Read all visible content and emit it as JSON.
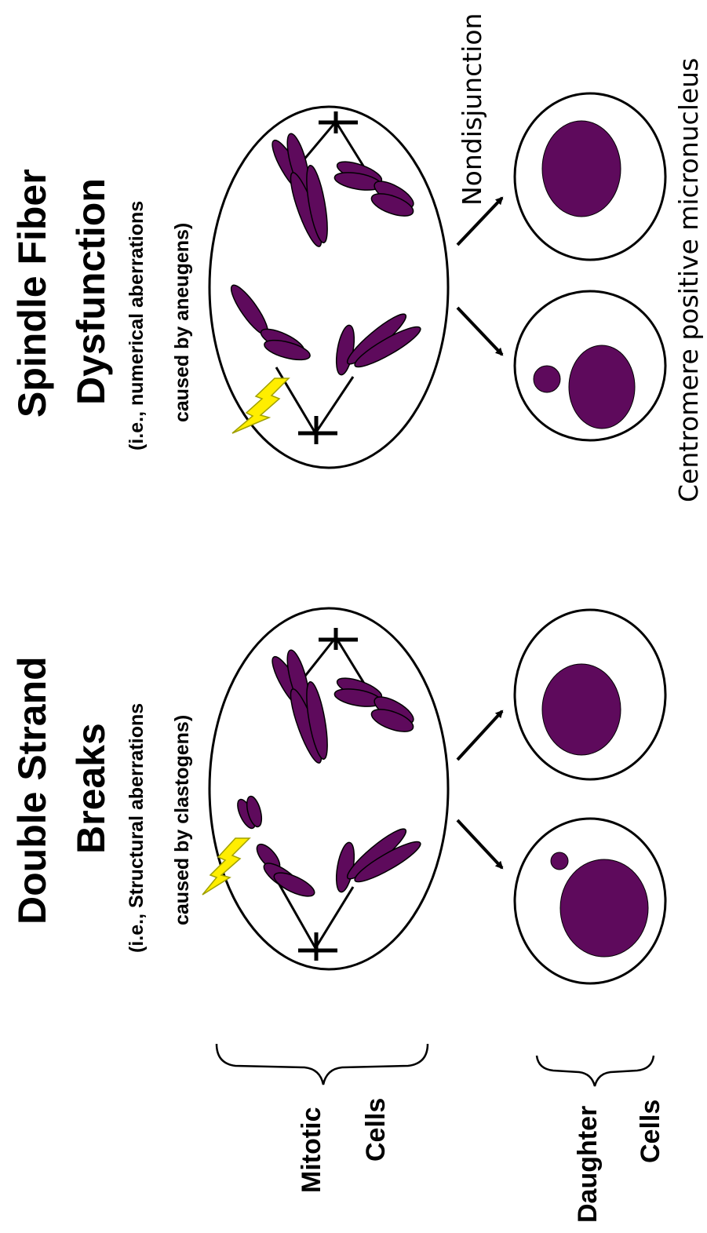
{
  "panels": {
    "double_strand": {
      "title_line1": "Double Strand",
      "title_line2": "Breaks",
      "sub_line1": "(i.e., Structural aberrations",
      "sub_line2": "caused by clastogens)"
    },
    "spindle": {
      "title_line1": "Spindle Fiber",
      "title_line2": "Dysfunction",
      "sub_line1": "(i.e., numerical aberrations",
      "sub_line2": "caused by aneugens)",
      "nondisjunction_label": "Nondisjunction",
      "micronucleus_label": "Centromere positive micronucleus"
    }
  },
  "row_labels": {
    "mitotic_word1": "Mitotic",
    "mitotic_word2": "Cells",
    "daughter_word1": "Daughter",
    "daughter_word2": "Cells"
  },
  "colors": {
    "chromosome": "#5e0a5c",
    "damage_bolt": "#ffee00"
  }
}
